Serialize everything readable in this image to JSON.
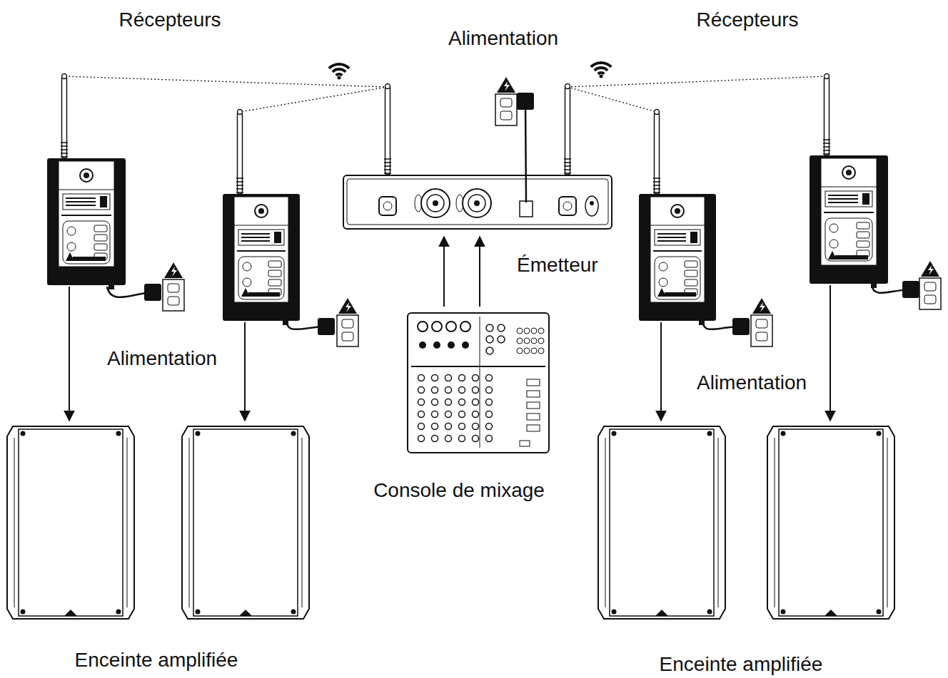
{
  "diagram": {
    "nodes": [
      {
        "text": [
          "Émetteur"
        ]
      },
      {
        "text": [
          "Console de mixage"
        ]
      }
    ],
    "edges": [
      {
        "from": 1,
        "to": 0,
        "arrow": "to"
      },
      {
        "from": 1,
        "to": 0,
        "arrow": "to"
      }
    ],
    "labels": [
      "Récepteurs",
      "Alimentation",
      "Récepteurs",
      "Alimentation",
      "Alimentation",
      "Enceinte amplifiée",
      "Enceinte amplifiée"
    ]
  }
}
